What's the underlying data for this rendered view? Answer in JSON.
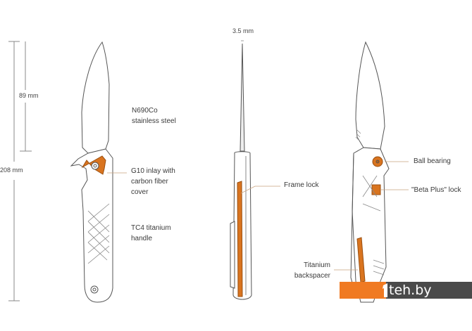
{
  "dimensions": {
    "blade_length": "89 mm",
    "overall_length": "208 mm",
    "blade_thickness": "3.5 mm"
  },
  "callouts": {
    "blade_steel": [
      "N690Co",
      "stainless steel"
    ],
    "inlay": [
      "G10 inlay with",
      "carbon fiber",
      "cover"
    ],
    "handle": [
      "TC4 titanium",
      "handle"
    ],
    "frame_lock": "Frame lock",
    "ball_bearing": "Ball bearing",
    "beta_plus_lock": "\"Beta Plus\" lock",
    "backspacer": [
      "Titanium",
      "backspacer"
    ]
  },
  "watermark": {
    "text": "teh.by"
  },
  "colors": {
    "accent": "#d9741f",
    "line": "#777777",
    "watermark_orange": "#f07a22",
    "watermark_gray": "#4a4a4a"
  }
}
